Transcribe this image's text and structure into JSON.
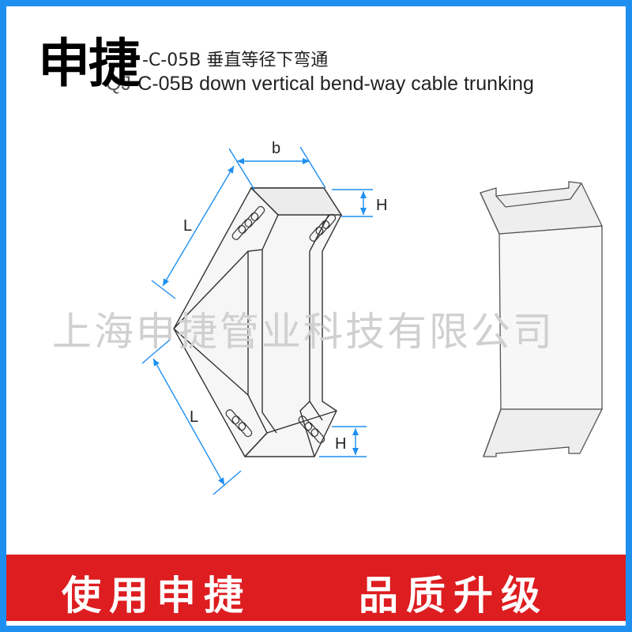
{
  "header": {
    "brand": "申捷",
    "title_cn": "-C-05B 垂直等径下弯通",
    "title_en_prefix": "QJ-",
    "title_en": "C-05B down vertical bend-way cable trunking"
  },
  "diagram": {
    "dim_b": "b",
    "dim_L_top": "L",
    "dim_L_bottom": "L",
    "dim_H_top": "H",
    "dim_H_bottom": "H"
  },
  "watermark": "上海申捷管业科技有限公司",
  "banner": {
    "left": "使用申捷",
    "right": "品质升级"
  },
  "colors": {
    "border": "#1e8ff0",
    "banner": "#dd1d20",
    "dimension_line": "#1e8ff0"
  }
}
